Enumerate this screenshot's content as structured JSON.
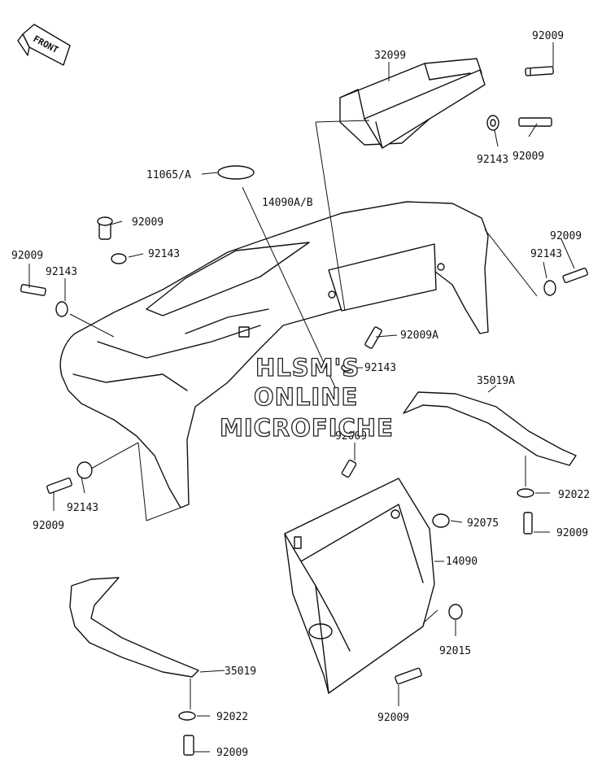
{
  "diagram": {
    "direction_marker": "FRONT",
    "watermark": [
      "HLSM'S",
      "ONLINE",
      "MICROFICHE"
    ],
    "callouts": {
      "c_92009_top": "92009",
      "c_32099": "32099",
      "c_92143_top": "92143",
      "c_92009_top2": "92009",
      "c_11065a": "11065/A",
      "c_14090ab": "14090A/B",
      "c_92009_left1": "92009",
      "c_92143_left1": "92143",
      "c_92009_left2": "92009",
      "c_92143_left2": "92143",
      "c_92009_right": "92009",
      "c_92143_right": "92143",
      "c_92009a": "92009A",
      "c_92143_mid": "92143",
      "c_35019a": "35019A",
      "c_92009_mid": "92009",
      "c_92143_bl": "92143",
      "c_92009_bl": "92009",
      "c_92022_r": "92022",
      "c_92075": "92075",
      "c_92009_r2": "92009",
      "c_14090": "14090",
      "c_92015": "92015",
      "c_35019": "35019",
      "c_92009_bot": "92009",
      "c_92022_b": "92022",
      "c_92009_b2": "92009"
    }
  }
}
